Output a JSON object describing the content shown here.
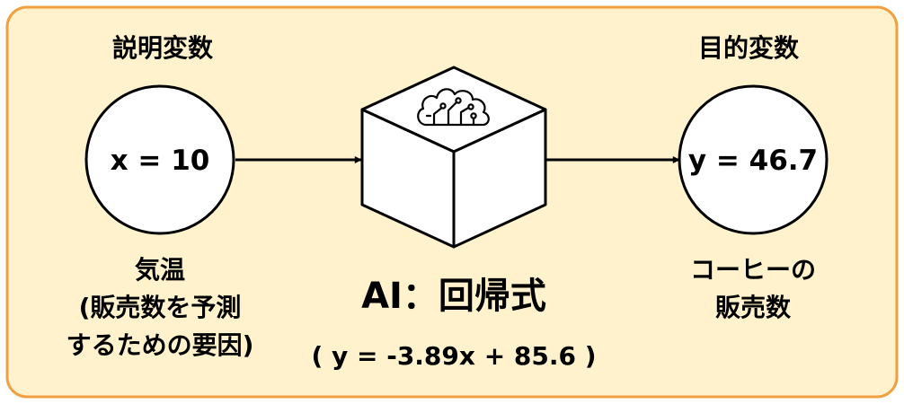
{
  "colors": {
    "panel_fill": "#fff2cc",
    "panel_border": "#f0a040",
    "node_fill": "#ffffff",
    "stroke": "#000000"
  },
  "input": {
    "heading": "説明変数",
    "value": "x = 10",
    "caption_lines": [
      "気温",
      "(販売数を予測",
      "するための要因)"
    ]
  },
  "model": {
    "icon": "ai-brain-circuit-icon",
    "title": "AI：回帰式",
    "formula": "( y = -3.89x + 85.6 )"
  },
  "output": {
    "heading": "目的変数",
    "value": "y = 46.7",
    "caption_lines": [
      "コーヒーの",
      "販売数"
    ]
  }
}
